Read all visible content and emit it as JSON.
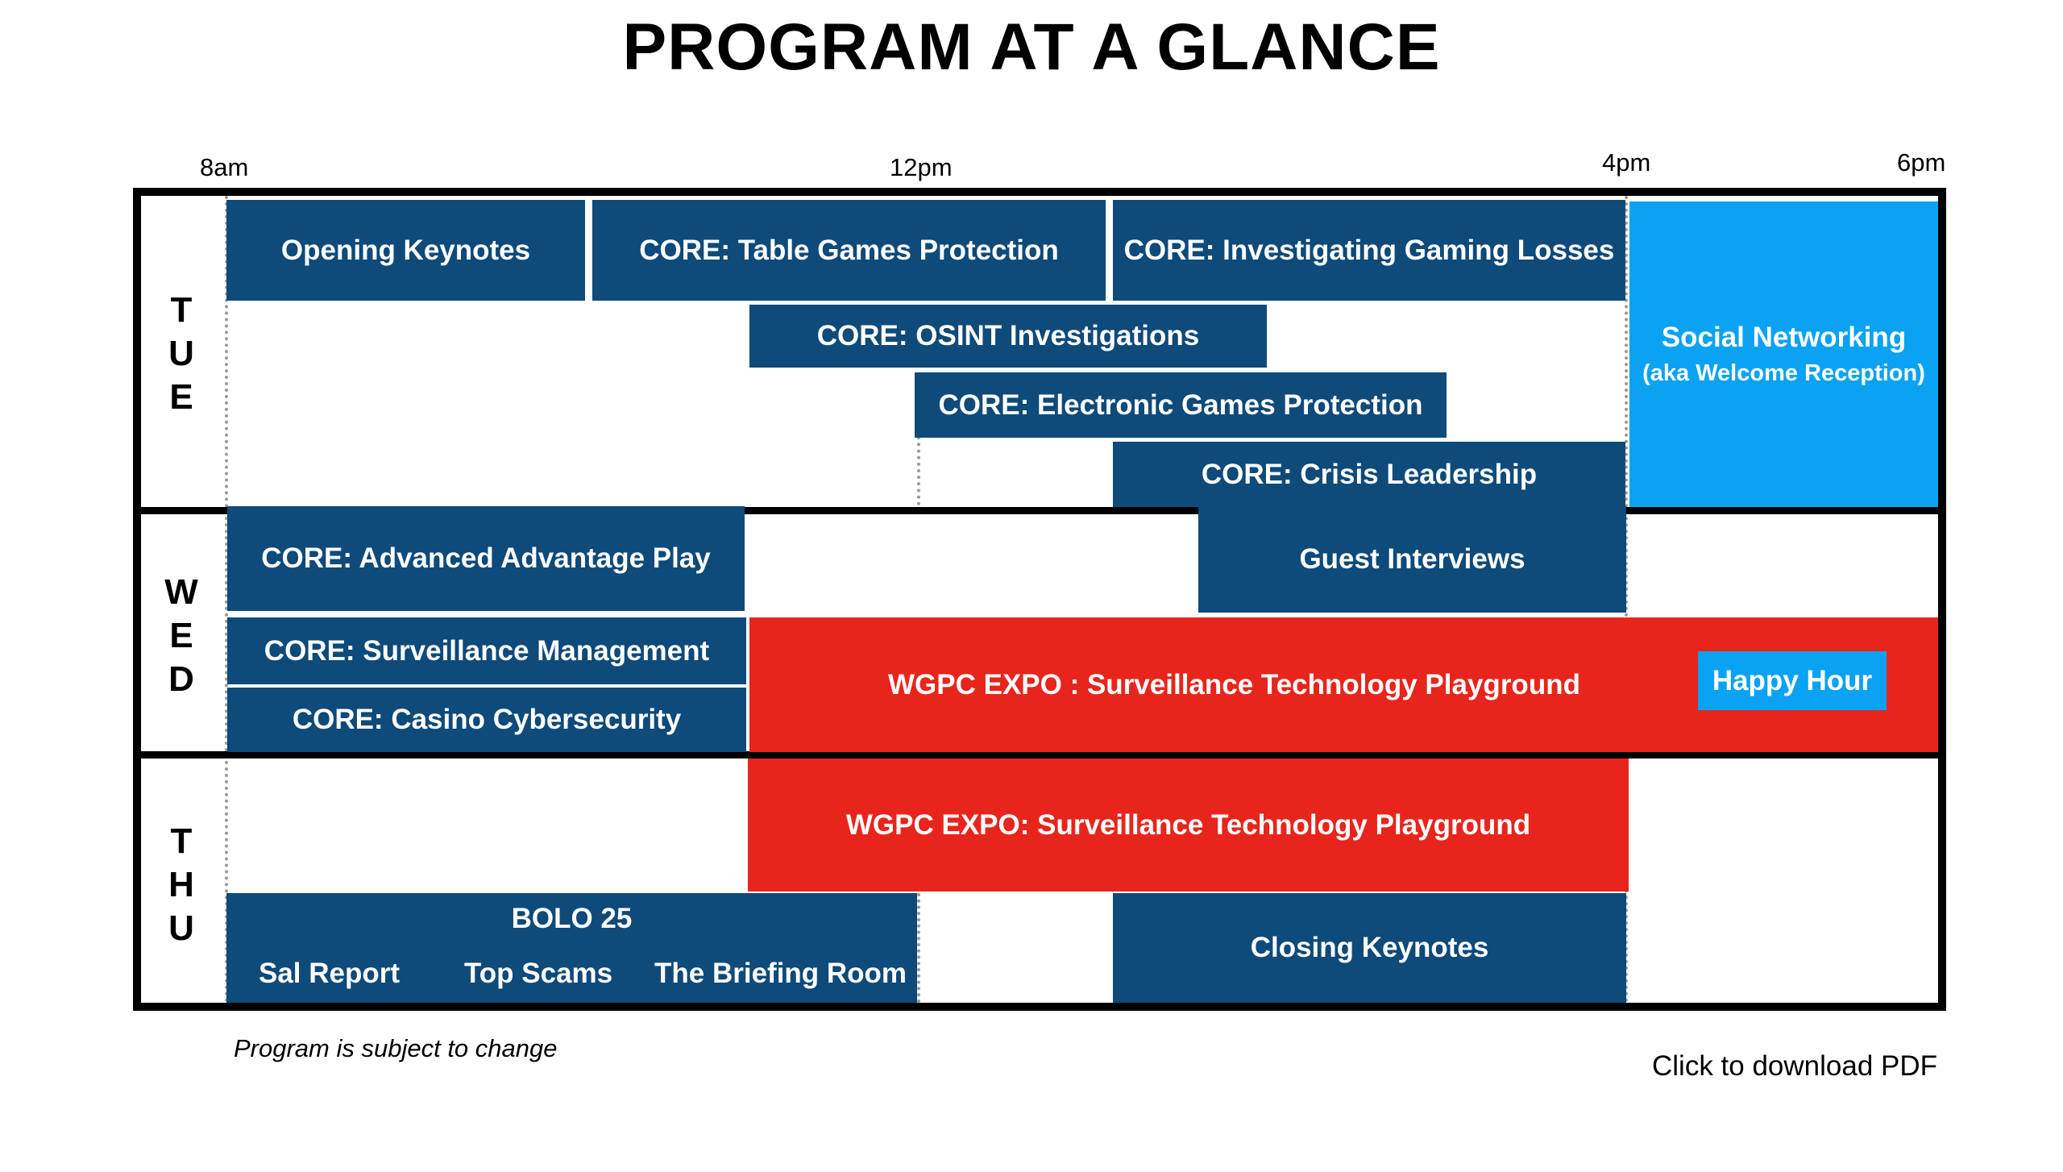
{
  "title": "PROGRAM AT A GLANCE",
  "times": [
    "8am",
    "12pm",
    "4pm",
    "6pm"
  ],
  "days": {
    "tue": [
      "T",
      "U",
      "E"
    ],
    "wed": [
      "W",
      "E",
      "D"
    ],
    "thu": [
      "T",
      "H",
      "U"
    ]
  },
  "sessions": {
    "opening_keynotes": "Opening Keynotes",
    "table_games": "CORE: Table Games Protection",
    "investigating_losses": "CORE: Investigating Gaming Losses",
    "osint": "CORE: OSINT Investigations",
    "electronic_games": "CORE: Electronic Games Protection",
    "crisis_leadership": "CORE: Crisis Leadership",
    "social_networking": "Social Networking",
    "social_networking_sub": "(aka Welcome Reception)",
    "advantage_play": "CORE: Advanced Advantage Play",
    "guest_interviews": "Guest Interviews",
    "surveillance_mgmt": "CORE: Surveillance Management",
    "cybersecurity": "CORE: Casino Cybersecurity",
    "expo_wed": "WGPC EXPO : Surveillance Technology Playground",
    "happy_hour": "Happy Hour",
    "expo_thu": "WGPC EXPO: Surveillance Technology Playground",
    "bolo": "BOLO 25",
    "bolo_items": [
      "Sal Report",
      "Top Scams",
      "The Briefing Room"
    ],
    "closing_keynotes": "Closing Keynotes"
  },
  "notes": {
    "subject_to_change": "Program is subject to change",
    "download": "Click to download PDF"
  },
  "colors": {
    "navy": "#0e4a7a",
    "red": "#e8251c",
    "sky": "#0aa2f2"
  }
}
